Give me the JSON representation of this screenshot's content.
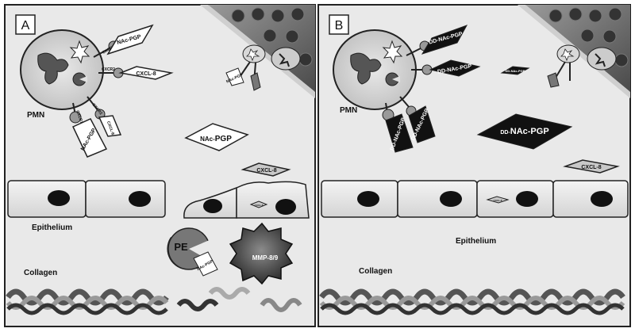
{
  "panels": [
    {
      "letter": "A",
      "pmn": "PMN",
      "receptor_labels": [
        "CXCR1",
        "CXCR2",
        "CXCR1",
        "CXCR2"
      ],
      "ligand_nac_pgp_1": "NAc-PGP",
      "ligand_cxcl8_1": "CXCL-8",
      "ligand_cxcl8_2": "CXCL-8",
      "ligand_nac_pgp_2": "NAc-PGP",
      "free_nac_pgp_prefix": "NAc-",
      "free_nac_pgp_suffix": "PGP",
      "free_cxcl8": "CXCL-8",
      "small_diamond": "CXCL-8",
      "vessel_ligand": "NAc-PGP",
      "epithelium": "Epithelium",
      "collagen": "Collagen",
      "pe": "PE",
      "pe_ligand": "NAc-PGP",
      "mmp": "MMP-8/9"
    },
    {
      "letter": "B",
      "pmn": "PMN",
      "ligand_top_1": "DD-NAc-PGP",
      "ligand_top_2": "DD-NAc-PGP",
      "ligand_low_1": "DD-NAc-PGP",
      "ligand_low_2": "DD-NAc-PGP",
      "tiny_free": "DD-NAc-PGP",
      "big_free_prefix": "DD-",
      "big_free_suffix": "NAc-PGP",
      "free_cxcl8": "CXCL-8",
      "small_diamond": "CXCL-8",
      "epithelium": "Epithelium",
      "collagen": "Collagen"
    }
  ]
}
